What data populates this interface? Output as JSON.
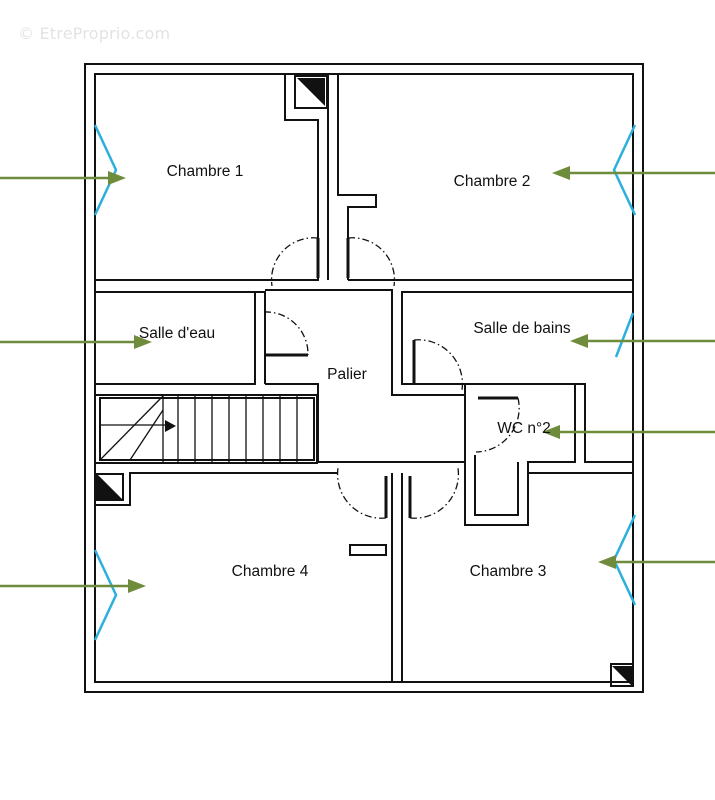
{
  "watermark": "© EtreProprio.com",
  "rooms": {
    "chambre1": "Chambre 1",
    "chambre2": "Chambre 2",
    "salle_eau": "Salle d'eau",
    "salle_bains": "Salle de bains",
    "palier": "Palier",
    "wc2": "WC n°2",
    "chambre4": "Chambre 4",
    "chambre3": "Chambre 3"
  },
  "colors": {
    "walls": "#111111",
    "windows": "#2bb0de",
    "arrows": "#6e8c3b"
  }
}
